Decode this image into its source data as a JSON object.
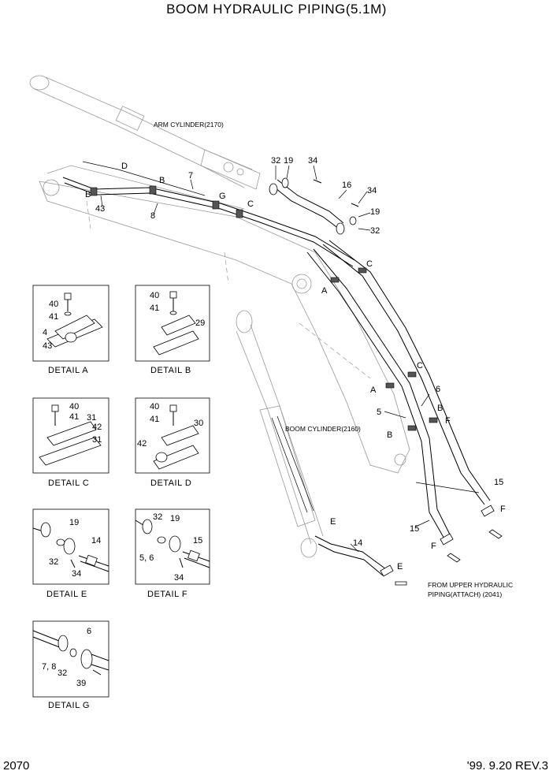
{
  "header": {
    "title": "BOOM HYDRAULIC PIPING(5.1M)"
  },
  "footer": {
    "page_number": "2070",
    "revision": "'99. 9.20 REV.3"
  },
  "notes": {
    "arm_cylinder": "ARM CYLINDER(2170)",
    "boom_cylinder": "BOOM CYLINDER(2160)",
    "from_upper_line1": "FROM UPPER HYDRAULIC",
    "from_upper_line2": "PIPING(ATTACH) (2041)"
  },
  "main_labels": {
    "l32a": "32",
    "l19a": "19",
    "l34a": "34",
    "l16": "16",
    "l34b": "34",
    "l19b": "19",
    "l32b": "32",
    "l7": "7",
    "l8": "8",
    "l43": "43",
    "lD": "D",
    "lBa": "B",
    "lBb": "B",
    "lG": "G",
    "lCa": "C",
    "lCb": "C",
    "lCc": "C",
    "lAa": "A",
    "lAb": "A",
    "l6": "6",
    "l5": "5",
    "lBc": "B",
    "lBd": "B",
    "lFa": "F",
    "lFb": "F",
    "lFc": "F",
    "l15a": "15",
    "l15b": "15",
    "lEa": "E",
    "lEb": "E",
    "l14": "14"
  },
  "details": [
    {
      "caption": "DETAIL  A",
      "labels": [
        "40",
        "41",
        "4",
        "43"
      ]
    },
    {
      "caption": "DETAIL  B",
      "labels": [
        "40",
        "41",
        "29"
      ]
    },
    {
      "caption": "DETAIL  C",
      "labels": [
        "40",
        "41",
        "31",
        "42",
        "31"
      ]
    },
    {
      "caption": "DETAIL  D",
      "labels": [
        "40",
        "41",
        "30",
        "42"
      ]
    },
    {
      "caption": "DETAIL  E",
      "labels": [
        "19",
        "14",
        "32",
        "34"
      ]
    },
    {
      "caption": "DETAIL  F",
      "labels": [
        "32",
        "19",
        "15",
        "5, 6",
        "34"
      ]
    },
    {
      "caption": "DETAIL  G",
      "labels": [
        "6",
        "7, 8",
        "32",
        "39"
      ]
    }
  ],
  "icons": [
    "pipe-icon",
    "clamp-icon",
    "bolt-icon",
    "flange-icon",
    "oring-icon",
    "arrow-icon"
  ]
}
